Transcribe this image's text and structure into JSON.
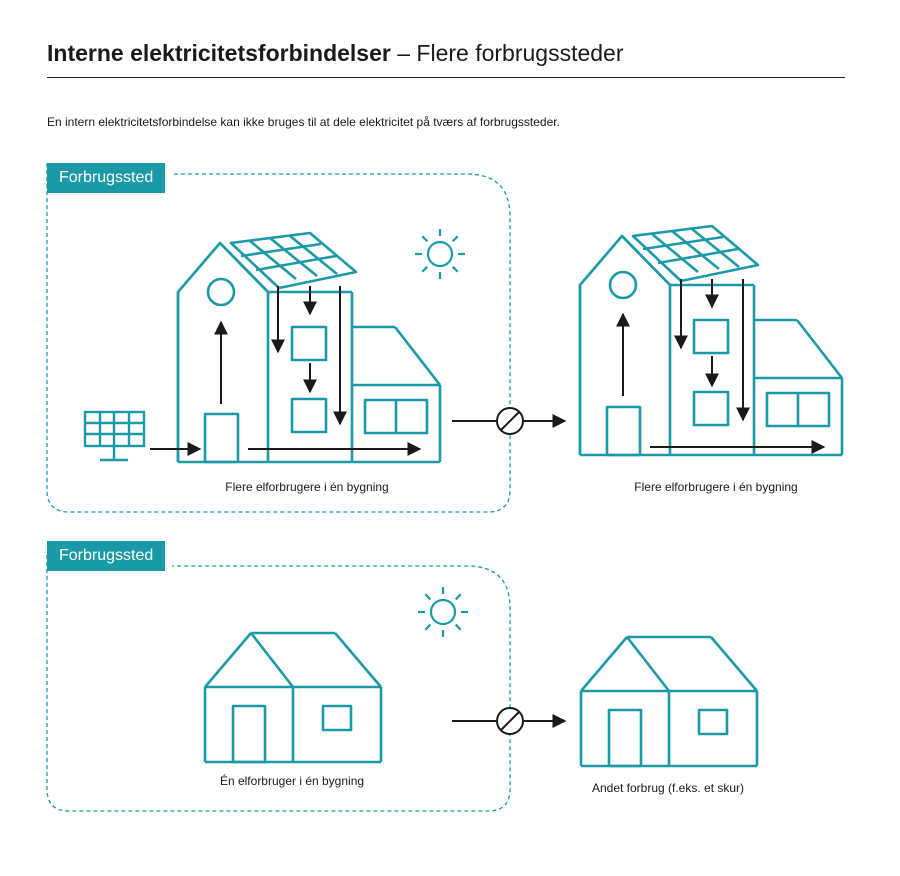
{
  "header": {
    "title_bold": "Interne elektricitetsforbindelser",
    "title_separator": "–",
    "title_rest": "Flere forbrugssteder",
    "intro": "En intern elektricitetsforbindelse kan ikke bruges til at dele elektricitet på tværs af forbrugssteder."
  },
  "colors": {
    "accent": "#1a9aa6",
    "text": "#1a1a1a",
    "tag_text": "#ffffff"
  },
  "scenario_multi": {
    "tag": "Forbrugssted",
    "inside_caption": "Flere elforbrugere i én bygning",
    "outside_caption": "Flere elforbrugere i én bygning",
    "connection_icon": "prohibited-icon"
  },
  "scenario_single": {
    "tag": "Forbrugssted",
    "inside_caption": "Én elforbruger i én bygning",
    "outside_caption": "Andet forbrug (f.eks. et skur)",
    "connection_icon": "prohibited-icon"
  }
}
